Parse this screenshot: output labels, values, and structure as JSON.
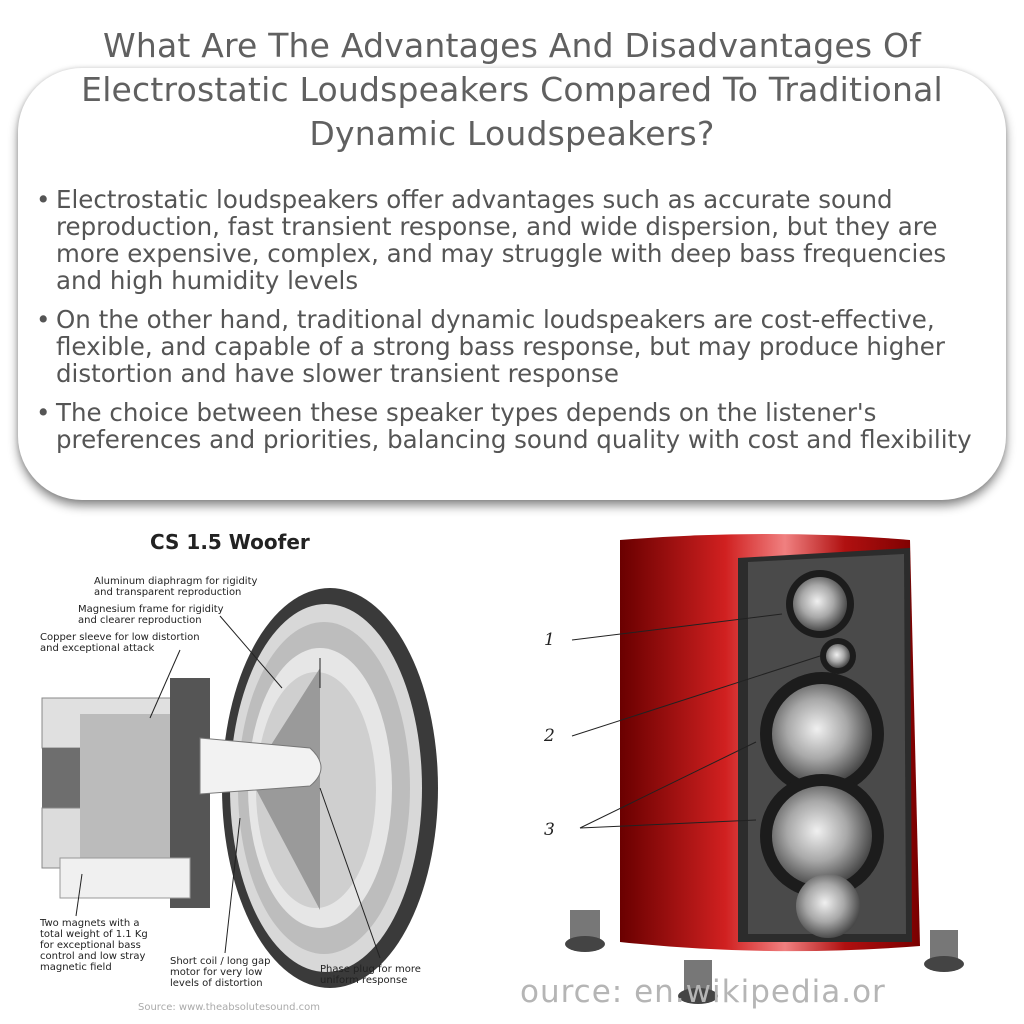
{
  "title": "What Are The Advantages And Disadvantages Of Electrostatic Loudspeakers Compared To Traditional Dynamic Loudspeakers?",
  "bullets": [
    "Electrostatic loudspeakers offer advantages such as accurate sound reproduction, fast transient response, and wide dispersion, but they are more expensive, complex, and may struggle with deep bass frequencies and high humidity levels",
    "On the other hand, traditional dynamic loudspeakers are cost-effective, flexible, and capable of a strong bass response, but may produce higher distortion and have slower transient response",
    "The choice between these speaker types depends on the listener's preferences and priorities, balancing sound quality with cost and flexibility"
  ],
  "bullet_marker": "•",
  "woofer": {
    "title": "CS 1.5 Woofer",
    "labels": {
      "diaphragm": "Aluminum diaphragm for rigidity and transparent reproduction",
      "frame": "Magnesium frame for rigidity and clearer reproduction",
      "sleeve": "Copper sleeve for  low distortion and exceptional attack",
      "magnets": "Two magnets with a total weight of 1.1 Kg for exceptional bass control and low stray magnetic field",
      "coil": "Short coil / long gap motor for very low levels of distortion",
      "plug": "Phase plug for more uniform response"
    },
    "source": "Source: www.theabsolutesound.com"
  },
  "speaker": {
    "numbers": [
      "1",
      "2",
      "3"
    ],
    "source": "ource: en.wikipedia.or"
  },
  "colors": {
    "cabinet_red": "#b01010",
    "baffle": "#2a2a2a",
    "text": "#555555"
  }
}
